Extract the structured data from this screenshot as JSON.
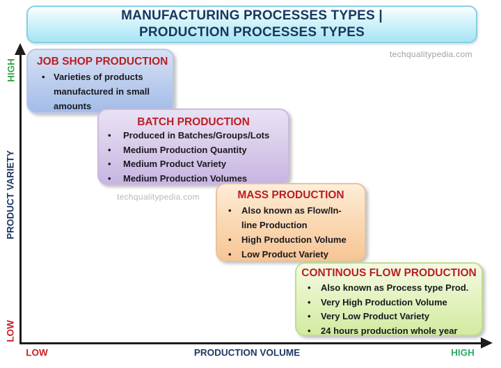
{
  "title": {
    "line1": "MANUFACTURING PROCESSES TYPES |",
    "line2": "PRODUCTION PROCESSES TYPES"
  },
  "watermark": "techqualitypedia.com",
  "boxes": [
    {
      "title": "JOB SHOP PRODUCTION",
      "bullets": [
        "Varieties of products\nmanufactured in small\namounts"
      ]
    },
    {
      "title": "BATCH PRODUCTION",
      "bullets": [
        "Produced in Batches/Groups/Lots",
        "Medium Production Quantity",
        "Medium Product Variety",
        "Medium Production Volumes"
      ]
    },
    {
      "title": "MASS PRODUCTION",
      "bullets": [
        "Also known as Flow/In-\nline Production",
        "High Production Volume",
        "Low Product Variety"
      ]
    },
    {
      "title": "CONTINOUS FLOW PRODUCTION",
      "bullets": [
        "Also known as Process type Prod.",
        "Very High Production Volume",
        "Very Low Product Variety",
        "24 hours production whole year"
      ]
    }
  ],
  "axes": {
    "y_label": "PRODUCT VARIETY",
    "y_high": "HIGH",
    "y_low": "LOW",
    "x_label": "PRODUCTION VOLUME",
    "x_low": "LOW",
    "x_high": "HIGH"
  },
  "colors": {
    "title_text": "#17375e",
    "box_title_red": "#ba1e24",
    "high_green": "#3ca64a",
    "low_red": "#cb2026",
    "axis_navy": "#1f3864",
    "job_box_fill": "#a3bce8",
    "batch_box_fill": "#c7b5e2",
    "mass_box_fill": "#f7c596",
    "cont_box_fill": "#d2eba1"
  }
}
